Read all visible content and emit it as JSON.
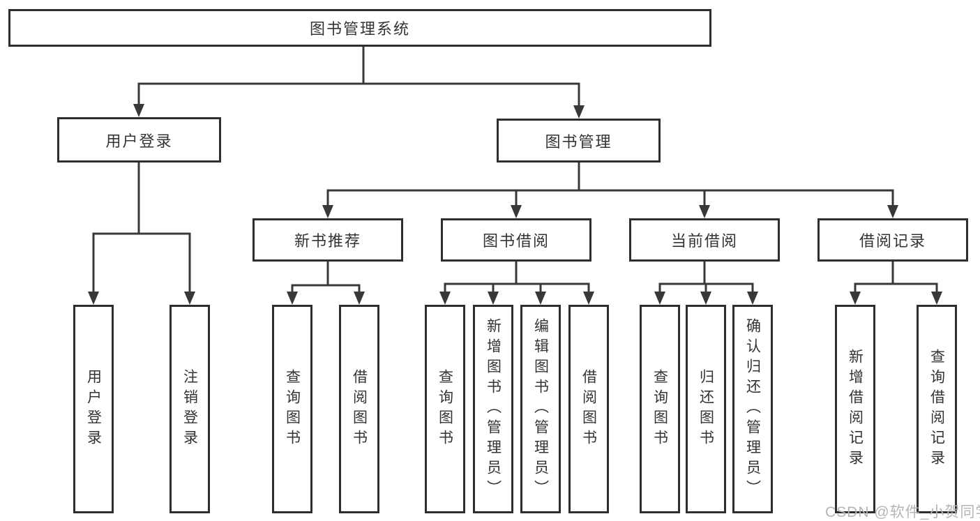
{
  "diagram": {
    "title": "图书管理系统",
    "watermark": "CSDN @软件_小贺同学",
    "colors": {
      "line": "#383838",
      "box_border": "#2e2e2e",
      "text": "#333333",
      "watermark_text": "#b5b5b5",
      "background": "#ffffff"
    },
    "nodes": [
      {
        "id": "root",
        "label": "图书管理系统",
        "level": 1,
        "parent": null
      },
      {
        "id": "user-login",
        "label": "用户登录",
        "level": 2,
        "parent": "root"
      },
      {
        "id": "book-mgmt",
        "label": "图书管理",
        "level": 2,
        "parent": "root"
      },
      {
        "id": "new-book-rec",
        "label": "新书推荐",
        "level": 3,
        "parent": "book-mgmt"
      },
      {
        "id": "book-borrow",
        "label": "图书借阅",
        "level": 3,
        "parent": "book-mgmt"
      },
      {
        "id": "current-borrow",
        "label": "当前借阅",
        "level": 3,
        "parent": "book-mgmt"
      },
      {
        "id": "borrow-records",
        "label": "借阅记录",
        "level": 3,
        "parent": "book-mgmt"
      },
      {
        "id": "leaf-user-login",
        "label": "用户登录",
        "level": 4,
        "parent": "user-login"
      },
      {
        "id": "leaf-logout",
        "label": "注销登录",
        "level": 4,
        "parent": "user-login"
      },
      {
        "id": "leaf-rec-query",
        "label": "查询图书",
        "level": 4,
        "parent": "new-book-rec"
      },
      {
        "id": "leaf-rec-borrow",
        "label": "借阅图书",
        "level": 4,
        "parent": "new-book-rec"
      },
      {
        "id": "leaf-bb-query",
        "label": "查询图书",
        "level": 4,
        "parent": "book-borrow"
      },
      {
        "id": "leaf-bb-add",
        "label": "新增图书（管理员）",
        "level": 4,
        "parent": "book-borrow"
      },
      {
        "id": "leaf-bb-edit",
        "label": "编辑图书（管理员）",
        "level": 4,
        "parent": "book-borrow"
      },
      {
        "id": "leaf-bb-borrow",
        "label": "借阅图书",
        "level": 4,
        "parent": "book-borrow"
      },
      {
        "id": "leaf-cb-query",
        "label": "查询图书",
        "level": 4,
        "parent": "current-borrow"
      },
      {
        "id": "leaf-cb-return",
        "label": "归还图书",
        "level": 4,
        "parent": "current-borrow"
      },
      {
        "id": "leaf-cb-confirm",
        "label": "确认归还（管理员）",
        "level": 4,
        "parent": "current-borrow"
      },
      {
        "id": "leaf-br-add",
        "label": "新增借阅记录",
        "level": 4,
        "parent": "borrow-records"
      },
      {
        "id": "leaf-br-query",
        "label": "查询借阅记录",
        "level": 4,
        "parent": "borrow-records"
      }
    ]
  }
}
